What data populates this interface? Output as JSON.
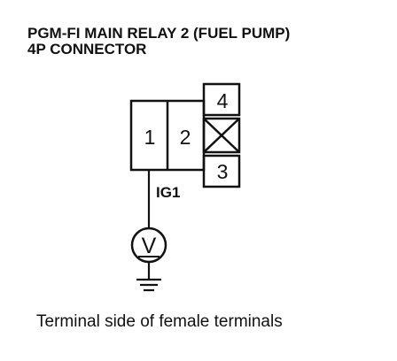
{
  "title": {
    "line1": "PGM-FI MAIN RELAY 2 (FUEL PUMP)",
    "line2": "4P CONNECTOR"
  },
  "connector": {
    "terminal_1": "1",
    "terminal_2": "2",
    "terminal_4": "4",
    "terminal_3": "3"
  },
  "wire_label": "IG1",
  "meter_symbol": "V",
  "caption": "Terminal side of female terminals",
  "colors": {
    "ink": "#111111",
    "background": "#ffffff"
  }
}
